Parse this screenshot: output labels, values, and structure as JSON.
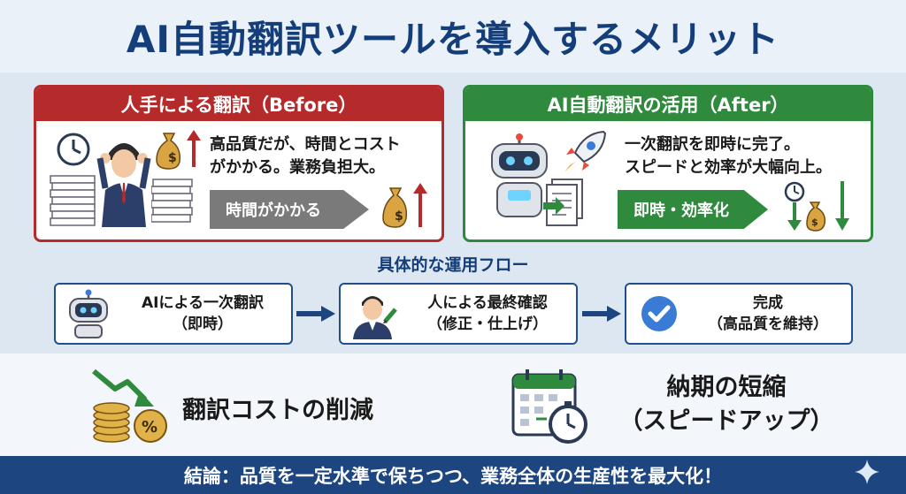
{
  "title": "AI自動翻訳ツールを導入するメリット",
  "before": {
    "header": "人手による翻訳（Before）",
    "line1": "高品質だが、時間とコスト",
    "line2": "がかかる。業務負担大。",
    "arrow_label": "時間がかかる"
  },
  "after": {
    "header": "AI自動翻訳の活用（After）",
    "line1": "一次翻訳を即時に完了。",
    "line2": "スピードと効率が大幅向上。",
    "arrow_label": "即時・効率化"
  },
  "flow": {
    "title": "具体的な運用フロー",
    "steps": [
      {
        "line1": "AIによる一次翻訳",
        "line2": "（即時）"
      },
      {
        "line1": "人による最終確認",
        "line2": "（修正・仕上げ）"
      },
      {
        "line1": "完成",
        "line2": "（高品質を維持）"
      }
    ]
  },
  "benefits": {
    "cost": "翻訳コストの削減",
    "speed_line1": "納期の短縮",
    "speed_line2": "（スピードアップ）"
  },
  "conclusion": "結論：品質を一定水準で保ちつつ、業務全体の生産性を最大化！",
  "colors": {
    "navy": "#143e7a",
    "red": "#b52a2a",
    "green": "#2f8a3e",
    "footer": "#1d4580"
  }
}
